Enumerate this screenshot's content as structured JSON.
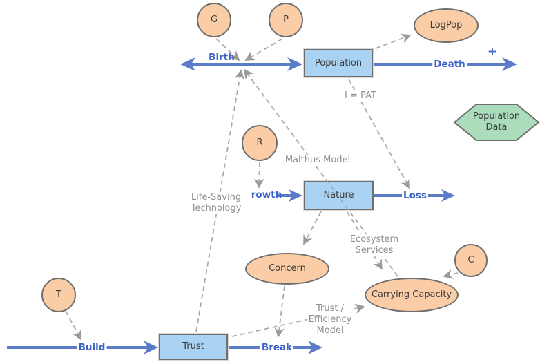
{
  "canvas": {
    "background": "#ffffff",
    "colors": {
      "stock_fill": "#a9d2f3",
      "converter_fill": "#fbcda6",
      "hexagon_fill": "#abdcbc",
      "shape_border": "#6f6f6f",
      "flow_blue": "#5b7cc8",
      "flow_label_blue": "#3d63c8",
      "connector_gray": "#a9a9a9",
      "annotation_gray": "#8f8f8f",
      "shape_text": "#3b3b3b"
    }
  },
  "stocks": [
    {
      "label": "Population"
    },
    {
      "label": "Nature"
    },
    {
      "label": "Trust"
    }
  ],
  "converters": [
    {
      "label": "G"
    },
    {
      "label": "P"
    },
    {
      "label": "R"
    },
    {
      "label": "T"
    },
    {
      "label": "C"
    },
    {
      "label": "LogPop"
    },
    {
      "label": "Concern"
    },
    {
      "label": "Carrying Capacity"
    }
  ],
  "data_node": {
    "line1": "Population",
    "line2": "Data"
  },
  "flows": [
    {
      "label": "Birth"
    },
    {
      "label": "Death"
    },
    {
      "label": "rowth"
    },
    {
      "label": "Loss"
    },
    {
      "label": "Build"
    },
    {
      "label": "Break"
    }
  ],
  "annotations": {
    "plus": "+",
    "i_pat": "I = PAT",
    "malthus": "Malthus Model",
    "life_saving_1": "Life-Saving",
    "life_saving_2": "Technology",
    "ecosystem_1": "Ecosystem",
    "ecosystem_2": "Services",
    "trust_eff_1": "Trust /",
    "trust_eff_2": "Efficiency",
    "trust_eff_3": "Model"
  }
}
